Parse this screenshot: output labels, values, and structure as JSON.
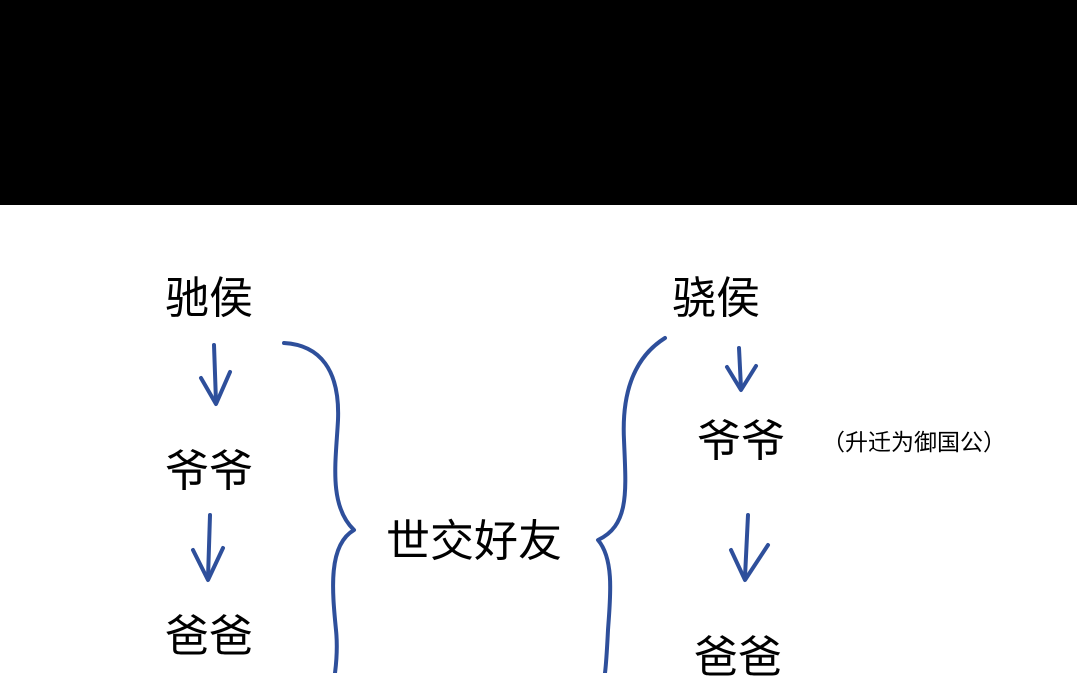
{
  "left": {
    "title": "驰侯",
    "gen1": "爷爷",
    "gen2": "爸爸"
  },
  "center": {
    "label": "世交好友"
  },
  "right": {
    "title": "骁侯",
    "gen1": "爷爷",
    "gen1_note": "（升迁为御国公）",
    "gen2": "爸爸"
  },
  "colors": {
    "ink": "#2E4F9B",
    "band": "#000000"
  }
}
